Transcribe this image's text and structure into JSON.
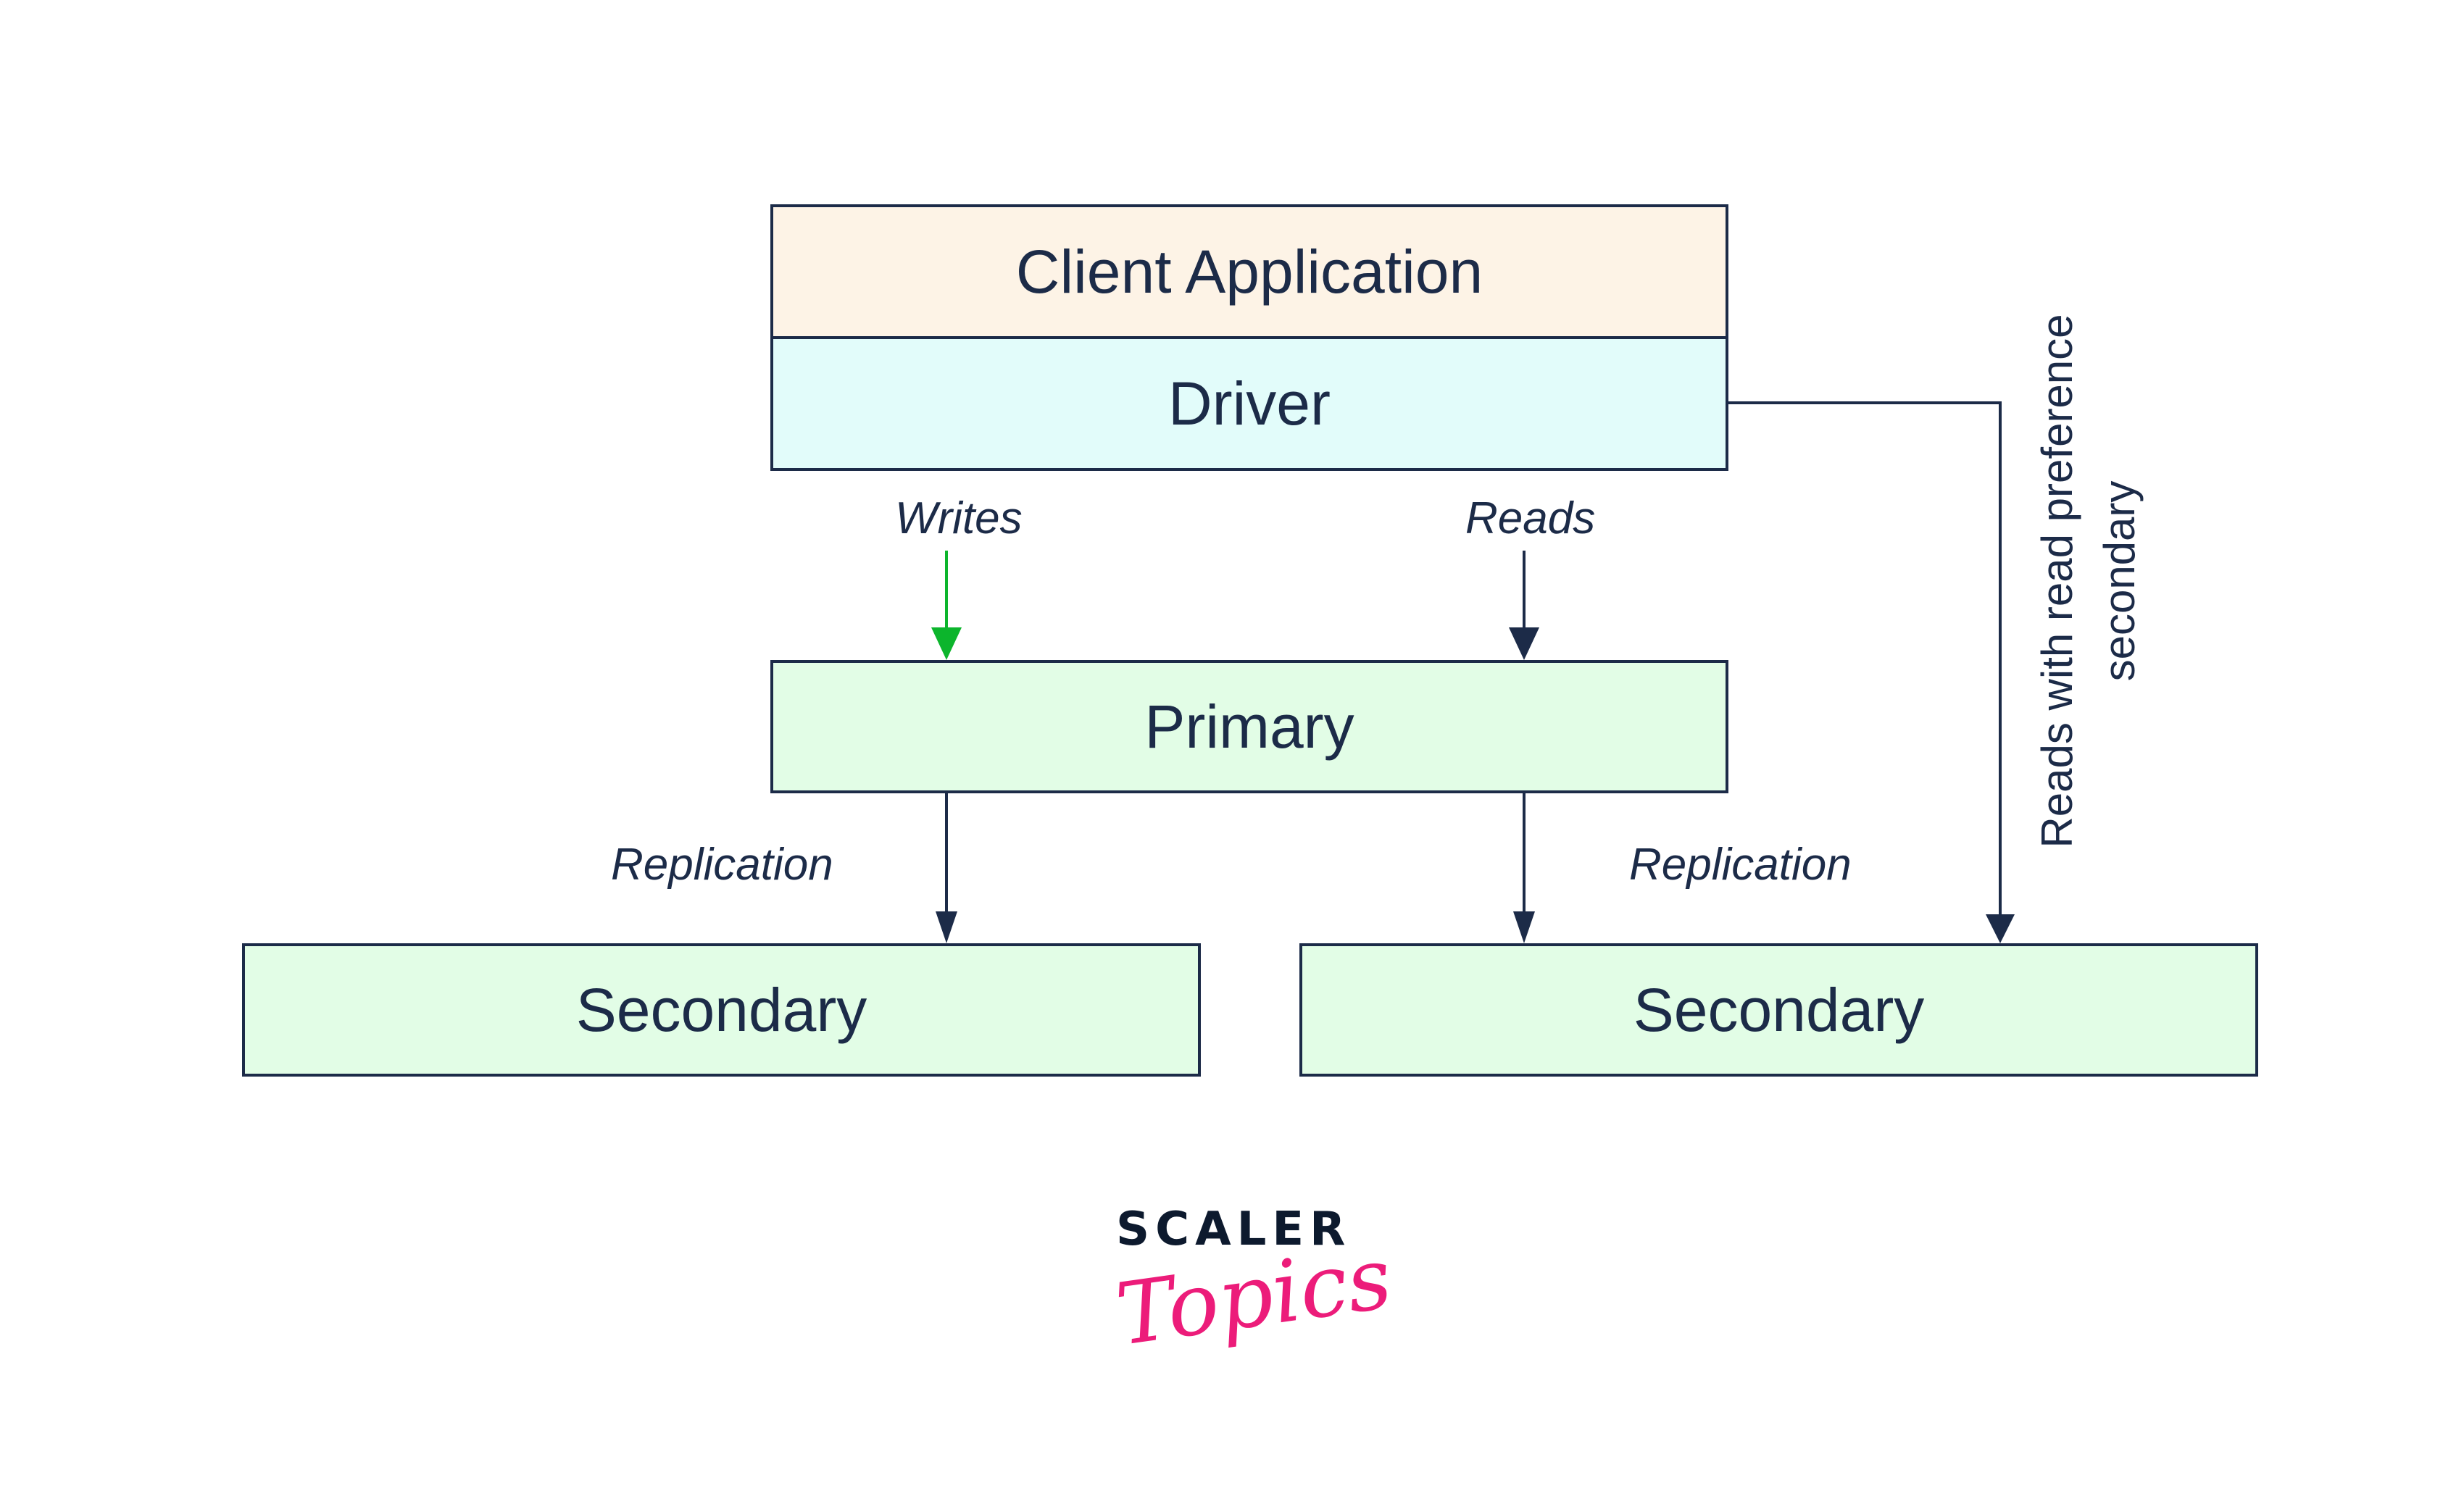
{
  "diagram": {
    "nodes": {
      "client_application": "Client Application",
      "driver": "Driver",
      "primary": "Primary",
      "secondary_left": "Secondary",
      "secondary_right": "Secondary"
    },
    "edge_labels": {
      "writes": "Writes",
      "reads": "Reads",
      "replication_left": "Replication",
      "replication_right": "Replication",
      "reads_secondary_line1": "Reads with read preference",
      "reads_secondary_line2": "secondary"
    },
    "colors": {
      "client_fill": "#fdf3e6",
      "driver_fill": "#e2fcfa",
      "node_fill": "#e2fde6",
      "stroke": "#1c2b48",
      "writes_arrow": "#0cb52c",
      "brand_pink": "#ec1c7a"
    }
  },
  "logo": {
    "line1": "SCALER",
    "line2": "Topics"
  }
}
